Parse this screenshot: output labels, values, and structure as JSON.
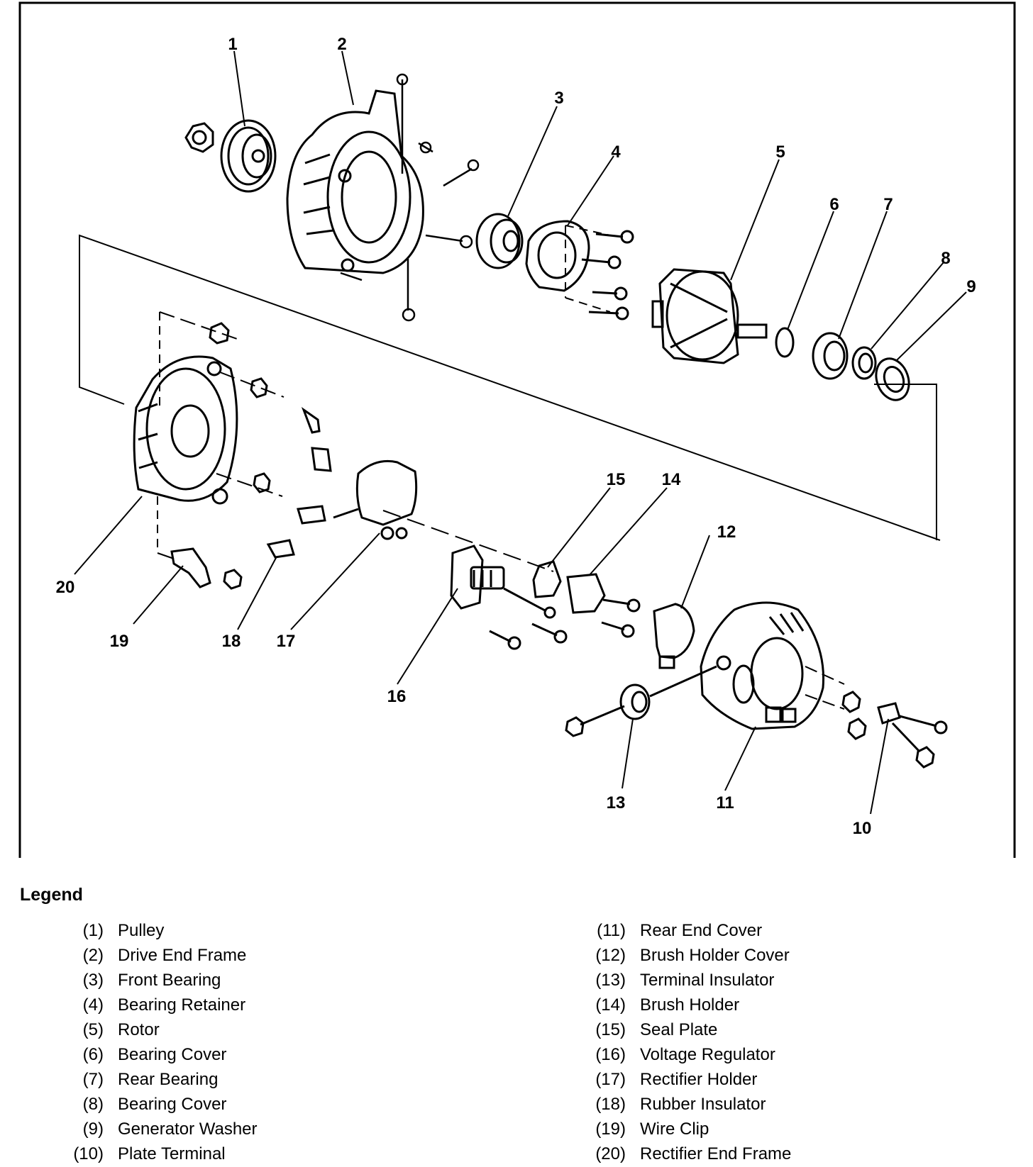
{
  "figure": {
    "id": "325335",
    "callouts": [
      "1",
      "2",
      "3",
      "4",
      "5",
      "6",
      "7",
      "8",
      "9",
      "10",
      "11",
      "12",
      "13",
      "14",
      "15",
      "16",
      "17",
      "18",
      "19",
      "20"
    ]
  },
  "legend": {
    "title": "Legend",
    "items": [
      {
        "num": "(1)",
        "label": "Pulley"
      },
      {
        "num": "(2)",
        "label": "Drive End Frame"
      },
      {
        "num": "(3)",
        "label": "Front Bearing"
      },
      {
        "num": "(4)",
        "label": "Bearing Retainer"
      },
      {
        "num": "(5)",
        "label": "Rotor"
      },
      {
        "num": "(6)",
        "label": "Bearing Cover"
      },
      {
        "num": "(7)",
        "label": "Rear Bearing"
      },
      {
        "num": "(8)",
        "label": "Bearing Cover"
      },
      {
        "num": "(9)",
        "label": "Generator Washer"
      },
      {
        "num": "(10)",
        "label": "Plate Terminal"
      },
      {
        "num": "(11)",
        "label": "Rear End Cover"
      },
      {
        "num": "(12)",
        "label": "Brush Holder Cover"
      },
      {
        "num": "(13)",
        "label": "Terminal Insulator"
      },
      {
        "num": "(14)",
        "label": "Brush Holder"
      },
      {
        "num": "(15)",
        "label": "Seal Plate"
      },
      {
        "num": "(16)",
        "label": "Voltage Regulator"
      },
      {
        "num": "(17)",
        "label": "Rectifier Holder"
      },
      {
        "num": "(18)",
        "label": "Rubber Insulator"
      },
      {
        "num": "(19)",
        "label": "Wire Clip"
      },
      {
        "num": "(20)",
        "label": "Rectifier End Frame"
      }
    ]
  }
}
